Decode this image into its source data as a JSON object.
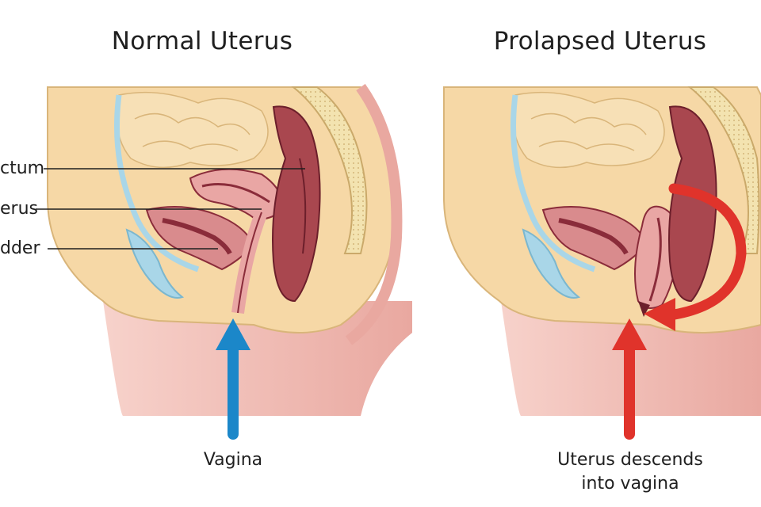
{
  "panels": {
    "left": {
      "title": "Normal Uterus",
      "labels": {
        "rectum": "ctum",
        "uterus": "erus",
        "bladder": "dder"
      },
      "caption": "Vagina",
      "arrow_color": "#1b87c9"
    },
    "right": {
      "title": "Prolapsed Uterus",
      "caption_line1": "Uterus descends",
      "caption_line2": "into vagina",
      "arrow_color": "#e0332b"
    }
  },
  "colors": {
    "skin": "#f6d8a6",
    "body_pink": "#f1b7ad",
    "organ_pink": "#e9a6a4",
    "organ_dark": "#8a2c3a",
    "bladder_blue": "#a9d6e8",
    "bone": "#f3e3b0"
  }
}
